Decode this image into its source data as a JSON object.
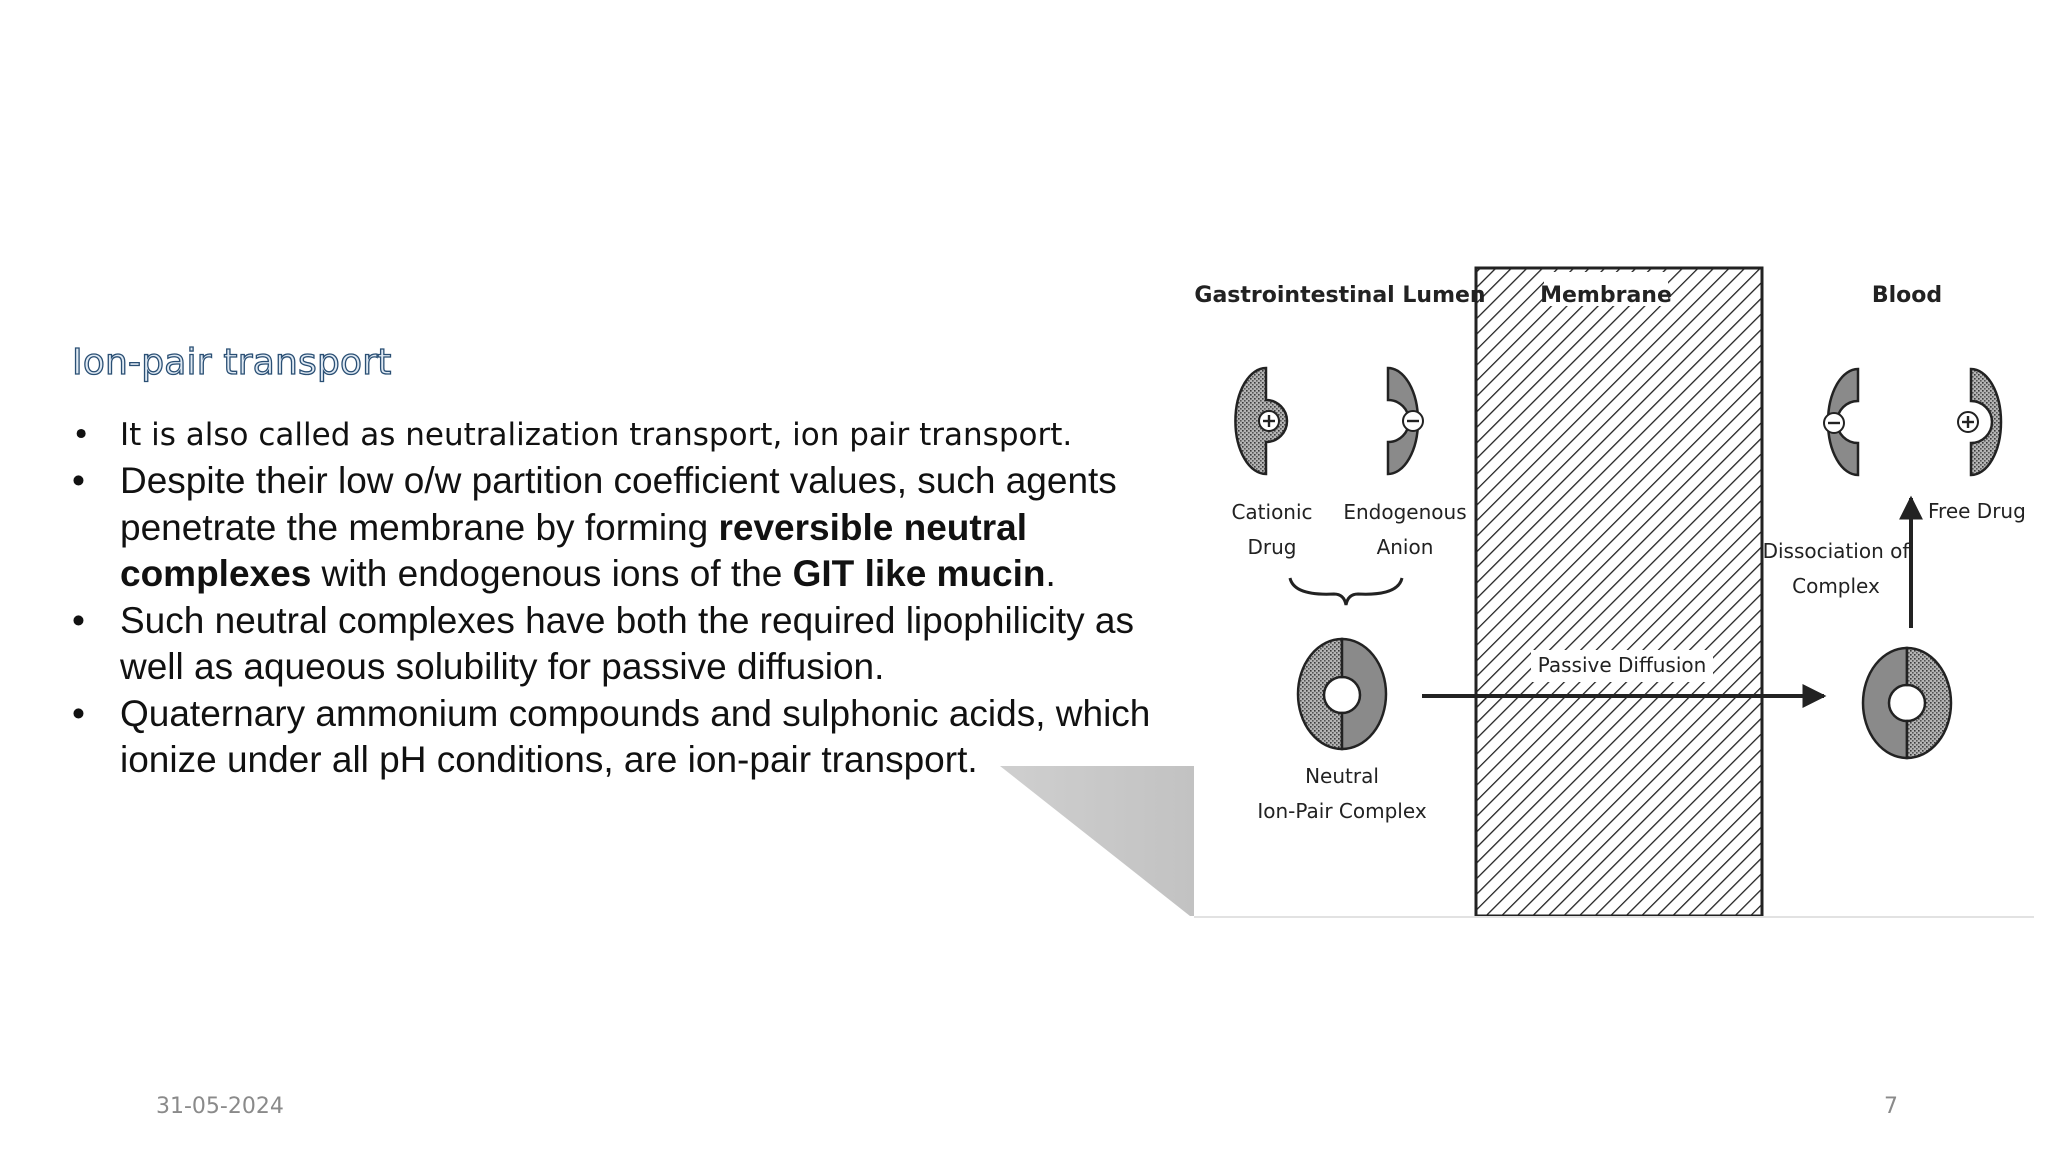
{
  "slide": {
    "title": "Ion-pair transport",
    "bullets": [
      {
        "parts": [
          {
            "t": "It is also called as neutralization transport, ion pair transport.",
            "b": false
          }
        ]
      },
      {
        "parts": [
          {
            "t": "Despite their low o/w partition coefficient values, such agents penetrate the membrane by forming ",
            "b": false
          },
          {
            "t": "reversible neutral complexes",
            "b": true
          },
          {
            "t": " with endogenous ions of the ",
            "b": false
          },
          {
            "t": "GIT like mucin",
            "b": true
          },
          {
            "t": ".",
            "b": false
          }
        ]
      },
      {
        "parts": [
          {
            "t": "Such neutral complexes have both the required lipophilicity as well as aqueous solubility for passive diffusion.",
            "b": false
          }
        ]
      },
      {
        "parts": [
          {
            "t": "Quaternary ammonium compounds and sulphonic acids, which ionize under all pH conditions, are ion-pair transport.",
            "b": false
          }
        ]
      }
    ],
    "bullet_char": "•",
    "date": "31-05-2024",
    "page_number": "7"
  },
  "diagram": {
    "headers": {
      "lumen": "Gastrointestinal Lumen",
      "membrane": "Membrane",
      "blood": "Blood"
    },
    "labels": {
      "cationic_1": "Cationic",
      "cationic_2": "Drug",
      "anion_1": "Endogenous",
      "anion_2": "Anion",
      "neutral_1": "Neutral",
      "neutral_2": "Ion-Pair Complex",
      "passive": "Passive Diffusion",
      "dissoc_1": "Dissociation of",
      "dissoc_2": "Complex",
      "free_drug": "Free Drug"
    },
    "colors": {
      "ink": "#222222",
      "gray_piece": "#8a8a8a",
      "stipple": "#9a9a9a",
      "title": "#2a4f74"
    }
  }
}
